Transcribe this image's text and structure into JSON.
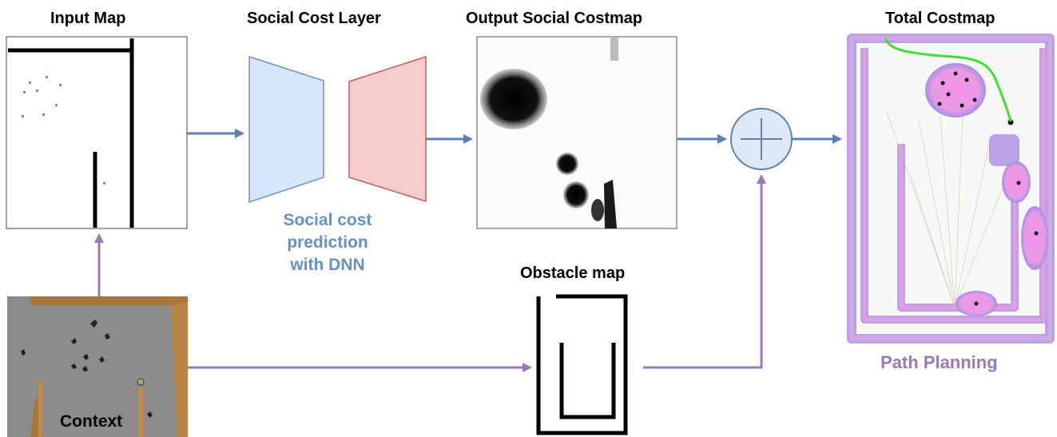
{
  "labels": {
    "input_map": "Input Map",
    "social_cost_layer": "Social Cost Layer",
    "output_social_costmap": "Output Social Costmap",
    "total_costmap": "Total Costmap",
    "obstacle_map": "Obstacle map",
    "context": "Context",
    "dnn_caption_line1": "Social cost",
    "dnn_caption_line2": "prediction",
    "dnn_caption_line3": "with DNN",
    "path_planning": "Path Planning"
  },
  "colors": {
    "arrow_blue": "#5b80b8",
    "arrow_purple": "#9b78b8",
    "encoder_fill": "#d6e6f8",
    "encoder_stroke": "#6f8fc4",
    "decoder_fill": "#f6cccc",
    "decoder_stroke": "#c65a5a",
    "sum_fill": "#dde9f7",
    "costmap_pink": "#e79be4",
    "costmap_lavender": "#b9a3e6",
    "path_green": "#44dd33",
    "context_floor": "#8b8b8b",
    "context_wall": "#a8753a"
  },
  "icons": {
    "sum_node": "circled-plus-icon"
  }
}
